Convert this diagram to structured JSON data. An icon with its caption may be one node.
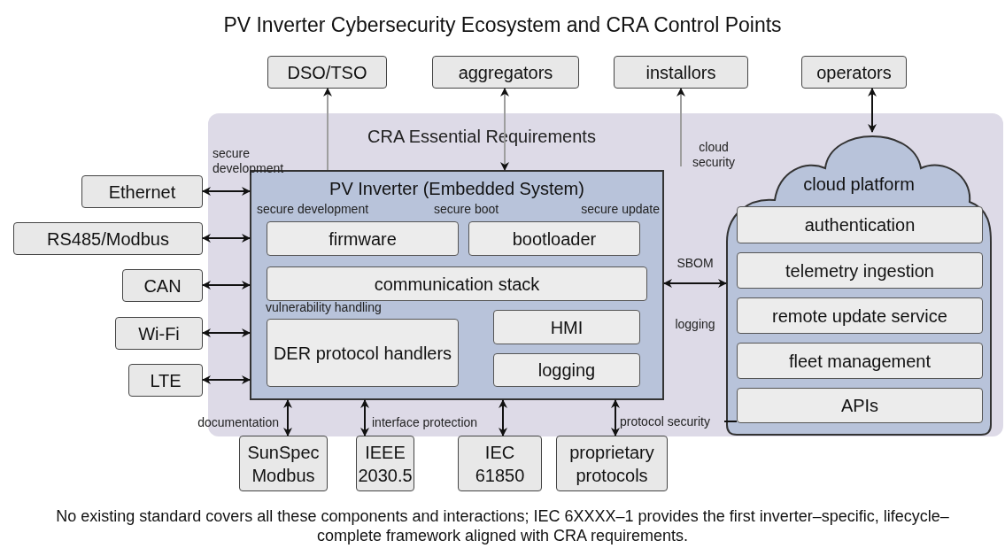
{
  "diagram": {
    "title": "PV Inverter Cybersecurity Ecosystem and CRA Control Points",
    "caption": "No existing standard covers all these components and interactions; IEC 6XXXX–1 provides the first inverter–specific, lifecycle–complete framework aligned with CRA requirements.",
    "nodes": [
      {
        "text": [
          "CRA Essential Requirements"
        ]
      },
      {
        "text": [
          "DSO/TSO"
        ]
      },
      {
        "text": [
          "aggregators"
        ]
      },
      {
        "text": [
          "installors"
        ]
      },
      {
        "text": [
          "operators"
        ]
      },
      {
        "text": [
          "Ethernet"
        ]
      },
      {
        "text": [
          "RS485/Modbus"
        ]
      },
      {
        "text": [
          "CAN"
        ]
      },
      {
        "text": [
          "Wi-Fi"
        ]
      },
      {
        "text": [
          "LTE"
        ]
      },
      {
        "text": [
          "PV Inverter (Embedded System)"
        ],
        "in": 0
      },
      {
        "text": [
          "firmware"
        ],
        "in": 10
      },
      {
        "text": [
          "bootloader"
        ],
        "in": 10
      },
      {
        "text": [
          "communication stack"
        ],
        "in": 10
      },
      {
        "text": [
          "DER protocol handlers"
        ],
        "in": 10
      },
      {
        "text": [
          "HMI"
        ],
        "in": 10
      },
      {
        "text": [
          "logging"
        ],
        "in": 10
      },
      {
        "text": [
          "cloud platform"
        ],
        "in": 0
      },
      {
        "text": [
          "authentication"
        ],
        "in": 17
      },
      {
        "text": [
          "telemetry ingestion"
        ],
        "in": 17
      },
      {
        "text": [
          "remote update service"
        ],
        "in": 17
      },
      {
        "text": [
          "fleet management"
        ],
        "in": 17
      },
      {
        "text": [
          "APIs"
        ],
        "in": 17
      },
      {
        "text": [
          "SunSpec Modbus"
        ]
      },
      {
        "text": [
          "IEEE 2030.5"
        ]
      },
      {
        "text": [
          "IEC 61850"
        ]
      },
      {
        "text": [
          "proprietary protocols"
        ]
      },
      {
        "text": [
          "protocol security"
        ],
        "in": 0
      }
    ],
    "edges": [
      {
        "from": 10,
        "to": 1,
        "arrow": "to",
        "color": "#9e9e9e"
      },
      {
        "from": 10,
        "to": 2,
        "arrow": "both",
        "color": "#9e9e9e"
      },
      {
        "from": null,
        "to": 3,
        "arrow": "to",
        "color": "#9e9e9e"
      },
      {
        "from": 17,
        "to": 4,
        "arrow": "both"
      },
      {
        "from": 5,
        "to": 10,
        "arrow": "both"
      },
      {
        "from": 6,
        "to": 10,
        "arrow": "both"
      },
      {
        "from": 7,
        "to": 10,
        "arrow": "both"
      },
      {
        "from": 8,
        "to": 10,
        "arrow": "both"
      },
      {
        "from": 9,
        "to": 10,
        "arrow": "both"
      },
      {
        "from": 10,
        "to": 17,
        "arrow": "both"
      },
      {
        "from": 10,
        "to": 23,
        "arrow": "both"
      },
      {
        "from": 10,
        "to": 24,
        "arrow": "both"
      },
      {
        "from": 10,
        "to": 25,
        "arrow": "both"
      },
      {
        "from": 10,
        "to": 26,
        "arrow": "both"
      },
      {
        "from": 27,
        "to": 22,
        "arrow": "none"
      }
    ],
    "labels": [
      "secure development",
      "cloud security",
      "secure development",
      "secure boot",
      "secure update",
      "SBOM",
      "vulnerability handling",
      "logging",
      "documentation",
      "interface protection"
    ]
  }
}
